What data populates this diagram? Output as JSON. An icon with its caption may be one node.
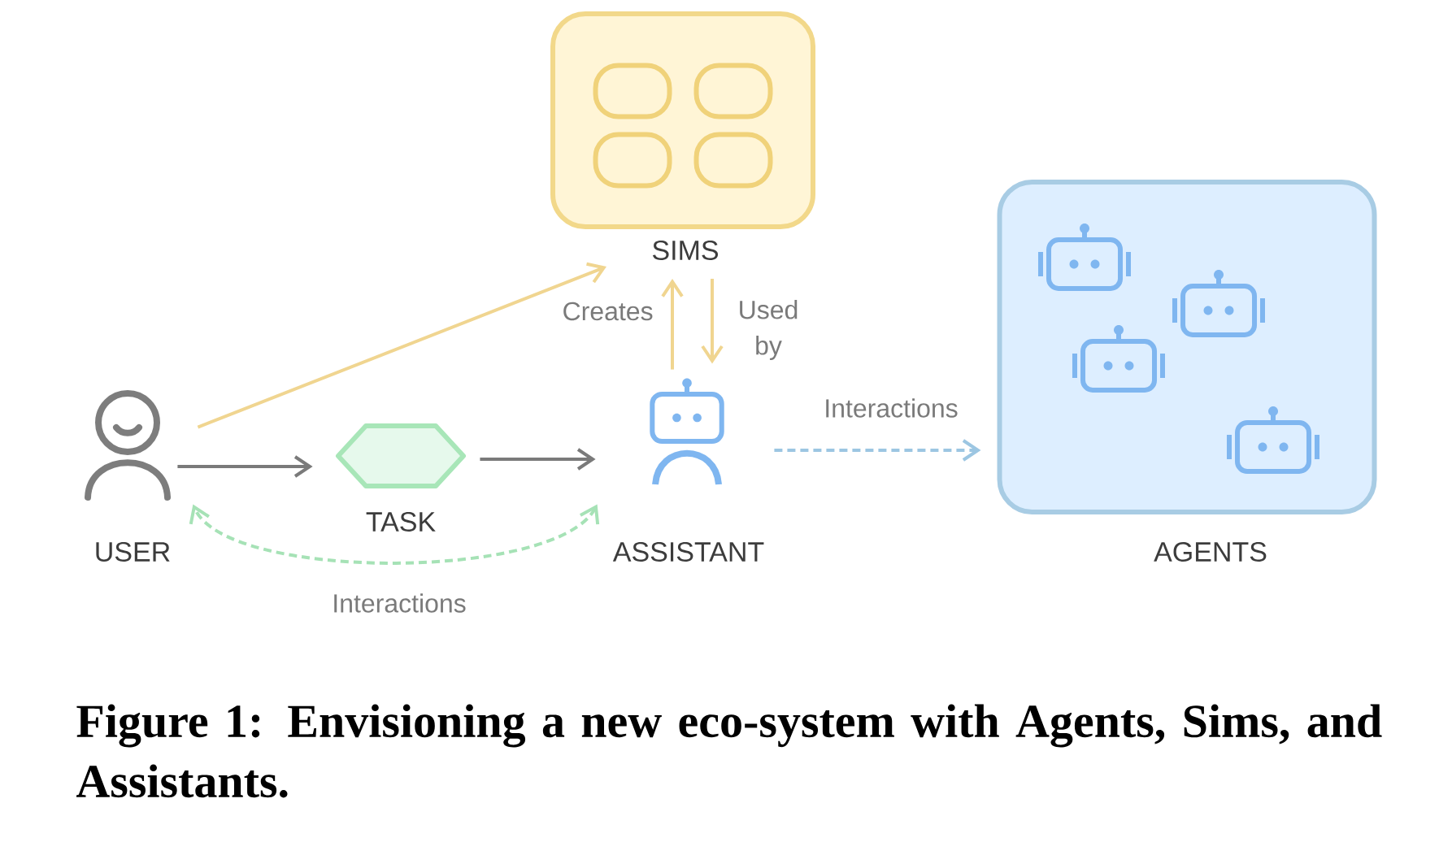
{
  "diagram": {
    "caption": "Figure 1: Envisioning a new eco-system with Agents, Sims, and Assistants.",
    "nodes": [
      {
        "text": [
          "SIMS"
        ]
      },
      {
        "text": [],
        "shape": "box",
        "in": 0
      },
      {
        "text": [],
        "shape": "box",
        "in": 0
      },
      {
        "text": [],
        "shape": "box",
        "in": 0
      },
      {
        "text": [],
        "shape": "box",
        "in": 0
      },
      {
        "text": [
          "AGENTS"
        ]
      },
      {
        "text": [],
        "shape": "robot",
        "in": 5
      },
      {
        "text": [],
        "shape": "robot",
        "in": 5
      },
      {
        "text": [],
        "shape": "robot",
        "in": 5
      },
      {
        "text": [],
        "shape": "robot",
        "in": 5
      },
      {
        "text": [
          "USER"
        ]
      },
      {
        "text": [
          "TASK"
        ]
      },
      {
        "text": [
          "ASSISTANT"
        ]
      }
    ],
    "edges": [
      {
        "from": 10,
        "to": 11,
        "arrow": "to",
        "color": "#7a7a7a"
      },
      {
        "from": 11,
        "to": 12,
        "arrow": "to",
        "color": "#7a7a7a"
      },
      {
        "from": 10,
        "to": 0,
        "arrow": "to",
        "color": "#f0d590"
      },
      {
        "from": 12,
        "to": 0,
        "arrow": "to",
        "label": "Creates",
        "color": "#f0d590"
      },
      {
        "from": 0,
        "to": 12,
        "arrow": "to",
        "label": "Used by",
        "color": "#f0d590"
      },
      {
        "from": 12,
        "to": 5,
        "arrow": "to",
        "label": "Interactions",
        "style": "dashed",
        "color": "#9cc6e2"
      },
      {
        "from": 12,
        "to": 10,
        "arrow": "both",
        "label": "Interactions",
        "style": "dashed",
        "color": "#a6e2b6"
      }
    ]
  }
}
